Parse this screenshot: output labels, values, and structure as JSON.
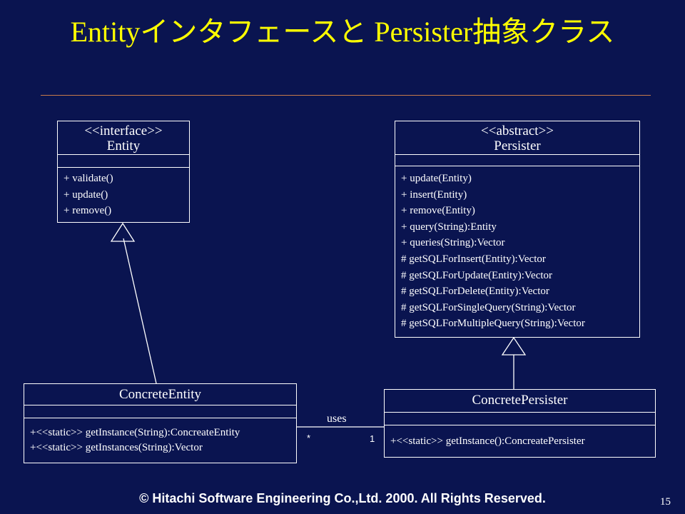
{
  "slide": {
    "title": "Entityインタフェースと Persister抽象クラス",
    "footer": "© Hitachi Software Engineering Co.,Ltd. 2000. All Rights Reserved.",
    "page_number": "15"
  },
  "entity": {
    "stereotype": "<<interface>>",
    "name": "Entity",
    "operations": [
      "+ validate()",
      "+ update()",
      "+ remove()"
    ]
  },
  "persister": {
    "stereotype": "<<abstract>>",
    "name": "Persister",
    "operations": [
      "+ update(Entity)",
      "+ insert(Entity)",
      "+ remove(Entity)",
      "+ query(String):Entity",
      "+ queries(String):Vector",
      "# getSQLForInsert(Entity):Vector",
      "# getSQLForUpdate(Entity):Vector",
      "# getSQLForDelete(Entity):Vector",
      "# getSQLForSingleQuery(String):Vector",
      "# getSQLForMultipleQuery(String):Vector"
    ]
  },
  "concrete_entity": {
    "name": "ConcreteEntity",
    "operations": [
      "+<<static>> getInstance(String):ConcreateEntity",
      "+<<static>> getInstances(String):Vector"
    ]
  },
  "concrete_persister": {
    "name": "ConcretePersister",
    "operations": [
      "+<<static>> getInstance():ConcreatePersister"
    ]
  },
  "association": {
    "label": "uses",
    "multiplicity_source": "*",
    "multiplicity_target": "1"
  }
}
